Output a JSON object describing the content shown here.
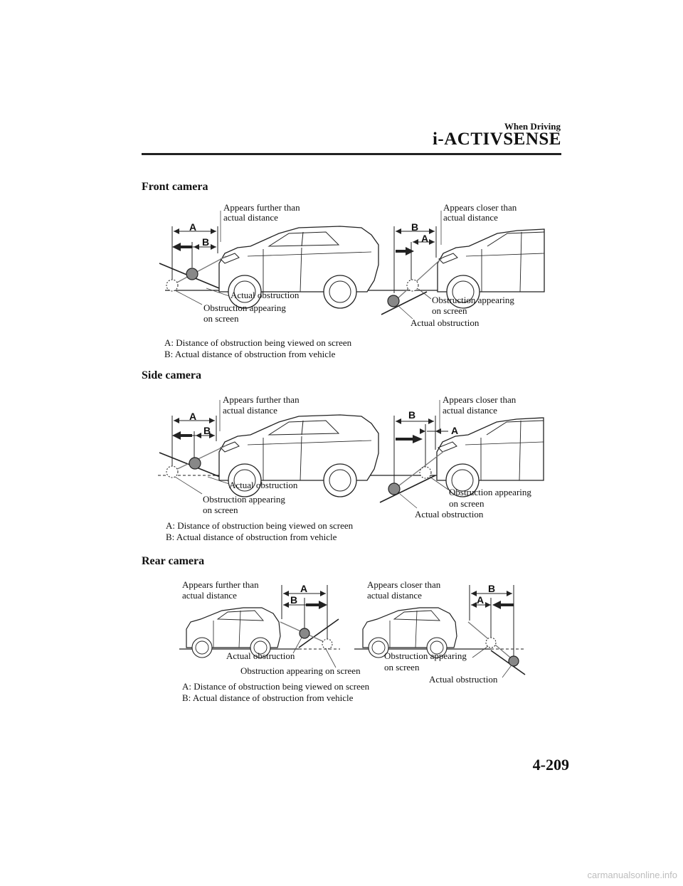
{
  "header": {
    "section": "When Driving",
    "title": "i-ACTIVSENSE"
  },
  "sections": [
    {
      "title": "Front camera"
    },
    {
      "title": "Side camera"
    },
    {
      "title": "Rear camera"
    }
  ],
  "labels": {
    "further": [
      "Appears further than",
      "actual distance"
    ],
    "closer": [
      "Appears closer than",
      "actual distance"
    ],
    "actual": "Actual obstruction",
    "appearing": [
      "Obstruction appearing",
      "on screen"
    ],
    "appearing_one_line": "Obstruction appearing on screen",
    "letter_a": "A",
    "letter_b": "B"
  },
  "legend": {
    "a": "A: Distance of obstruction being viewed on screen",
    "b": "B: Actual distance of obstruction from vehicle"
  },
  "page_number": "4-209",
  "watermark": "carmanualsonline.info"
}
